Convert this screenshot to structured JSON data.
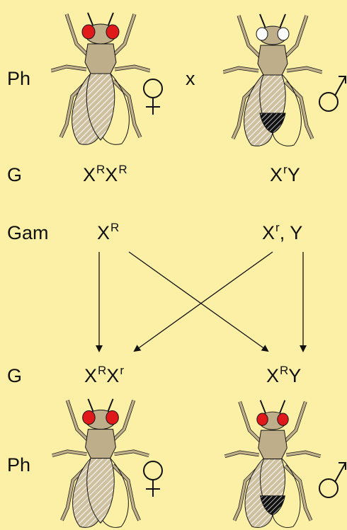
{
  "labels": {
    "phenotype_label": "Ph",
    "genotype_label": "G",
    "gametes_label": "Gam",
    "cross_symbol": "x"
  },
  "parents": {
    "female": {
      "genotype": {
        "a": "X",
        "a_sup": "R",
        "b": "X",
        "b_sup": "R"
      },
      "eye_color": "#e01a1a",
      "sex_symbol": "female-symbol"
    },
    "male": {
      "genotype": {
        "a": "X",
        "a_sup": "r",
        "b": "Y"
      },
      "eye_color": "#ffffff",
      "sex_symbol": "male-symbol"
    }
  },
  "gametes": {
    "female": {
      "a": "X",
      "a_sup": "R"
    },
    "male": {
      "a": "X",
      "a_sup": "r",
      "sep": ",",
      "b": "Y"
    }
  },
  "offspring": {
    "female": {
      "genotype": {
        "a": "X",
        "a_sup": "R",
        "b": "X",
        "b_sup": "r"
      },
      "eye_color": "#e01a1a",
      "sex_symbol": "female-symbol"
    },
    "male": {
      "genotype": {
        "a": "X",
        "a_sup": "R",
        "b": "Y"
      },
      "eye_color": "#e01a1a",
      "sex_symbol": "male-symbol"
    }
  },
  "colors": {
    "background": "#fbf0a5",
    "body": "#bfae8a",
    "outline": "#111111",
    "abdomen_tip": "#111111"
  }
}
